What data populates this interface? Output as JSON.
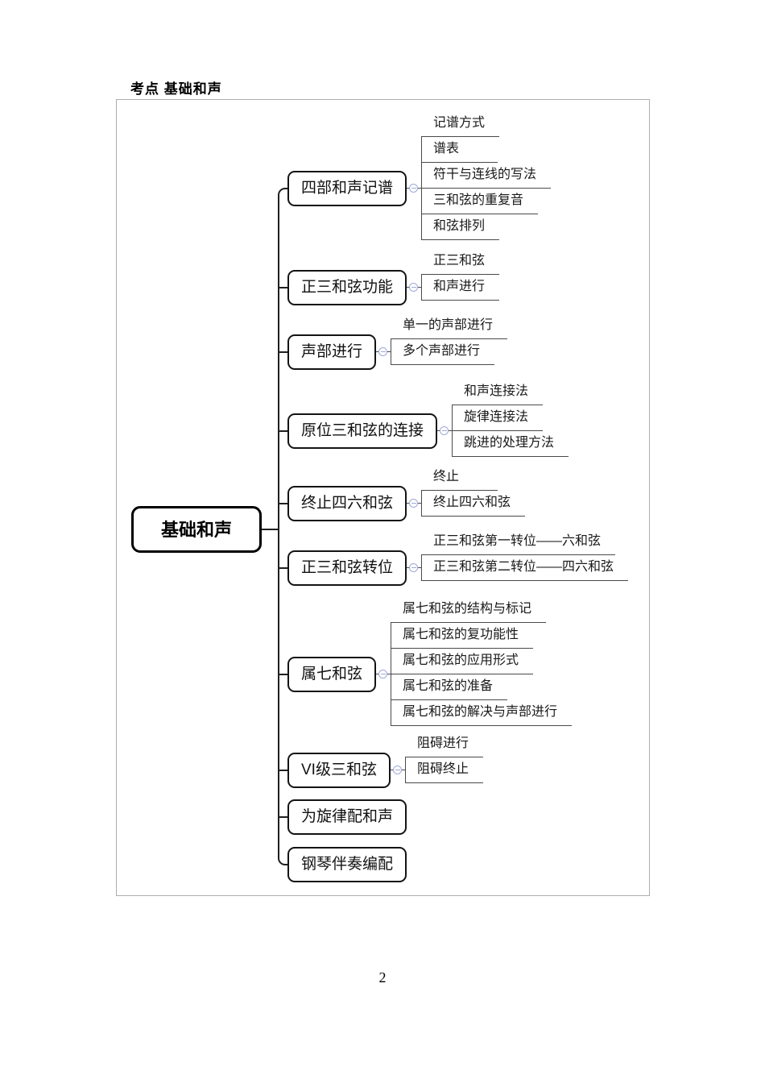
{
  "page": {
    "header_title": "考点 基础和声",
    "page_number": "2"
  },
  "mindmap": {
    "root_label": "基础和声",
    "branches": [
      {
        "label": "四部和声记谱",
        "children": [
          "记谱方式",
          "谱表",
          "符干与连线的写法",
          "三和弦的重复音",
          "和弦排列"
        ]
      },
      {
        "label": "正三和弦功能",
        "children": [
          "正三和弦",
          "和声进行"
        ]
      },
      {
        "label": "声部进行",
        "children": [
          "单一的声部进行",
          "多个声部进行"
        ]
      },
      {
        "label": "原位三和弦的连接",
        "children": [
          "和声连接法",
          "旋律连接法",
          "跳进的处理方法"
        ]
      },
      {
        "label": "终止四六和弦",
        "children": [
          "终止",
          "终止四六和弦"
        ]
      },
      {
        "label": "正三和弦转位",
        "children": [
          "正三和弦第一转位——六和弦",
          "正三和弦第二转位——四六和弦"
        ]
      },
      {
        "label": "属七和弦",
        "children": [
          "属七和弦的结构与标记",
          "属七和弦的复功能性",
          "属七和弦的应用形式",
          "属七和弦的准备",
          "属七和弦的解决与声部进行"
        ]
      },
      {
        "label": "VI级三和弦",
        "children": [
          "阻碍进行",
          "阻碍终止"
        ]
      },
      {
        "label": "为旋律配和声",
        "children": []
      },
      {
        "label": "钢琴伴奏编配",
        "children": []
      }
    ],
    "colors": {
      "branch_line": "#1f1f1f",
      "child_line": "#4a4a4a",
      "collapse_icon": "#9fa9d8",
      "frame_border": "#aeaeae"
    }
  }
}
